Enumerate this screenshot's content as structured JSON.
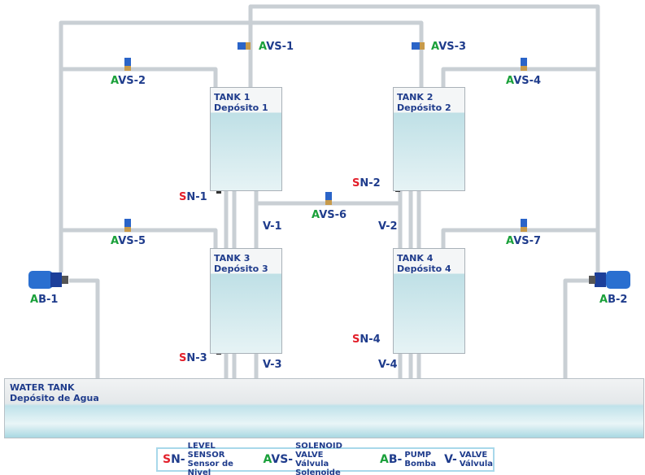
{
  "tanks": [
    {
      "en": "TANK 1",
      "es": "Depósito 1"
    },
    {
      "en": "TANK 2",
      "es": "Depósito 2"
    },
    {
      "en": "TANK 3",
      "es": "Depósito 3"
    },
    {
      "en": "TANK 4",
      "es": "Depósito 4"
    }
  ],
  "water_tank": {
    "en": "WATER TANK",
    "es": "Depósito de Agua"
  },
  "labels": {
    "avs1": {
      "p": "A",
      "s": "VS-1"
    },
    "avs2": {
      "p": "A",
      "s": "VS-2"
    },
    "avs3": {
      "p": "A",
      "s": "VS-3"
    },
    "avs4": {
      "p": "A",
      "s": "VS-4"
    },
    "avs5": {
      "p": "A",
      "s": "VS-5"
    },
    "avs6": {
      "p": "A",
      "s": "VS-6"
    },
    "avs7": {
      "p": "A",
      "s": "VS-7"
    },
    "sn1": {
      "p": "S",
      "s": "N-1"
    },
    "sn2": {
      "p": "S",
      "s": "N-2"
    },
    "sn3": {
      "p": "S",
      "s": "N-3"
    },
    "sn4": {
      "p": "S",
      "s": "N-4"
    },
    "ab1": {
      "p": "A",
      "s": "B-1"
    },
    "ab2": {
      "p": "A",
      "s": "B-2"
    },
    "v1": "V-1",
    "v2": "V-2",
    "v3": "V-3",
    "v4": "V-4"
  },
  "legend": [
    {
      "p": "S",
      "k": "N-",
      "en": "LEVEL SENSOR",
      "es": "Sensor de Nivel",
      "color": "#e3202b"
    },
    {
      "p": "A",
      "k": "VS-",
      "en": "SOLENOID VALVE",
      "es": "Válvula Solenoide",
      "color": "#1aa03a"
    },
    {
      "p": "A",
      "k": "B-",
      "en": "PUMP",
      "es": "Bomba",
      "color": "#1aa03a"
    },
    {
      "p": "",
      "k": "V-",
      "en": "VALVE",
      "es": "Válvula",
      "color": "#1f3c8c"
    }
  ]
}
